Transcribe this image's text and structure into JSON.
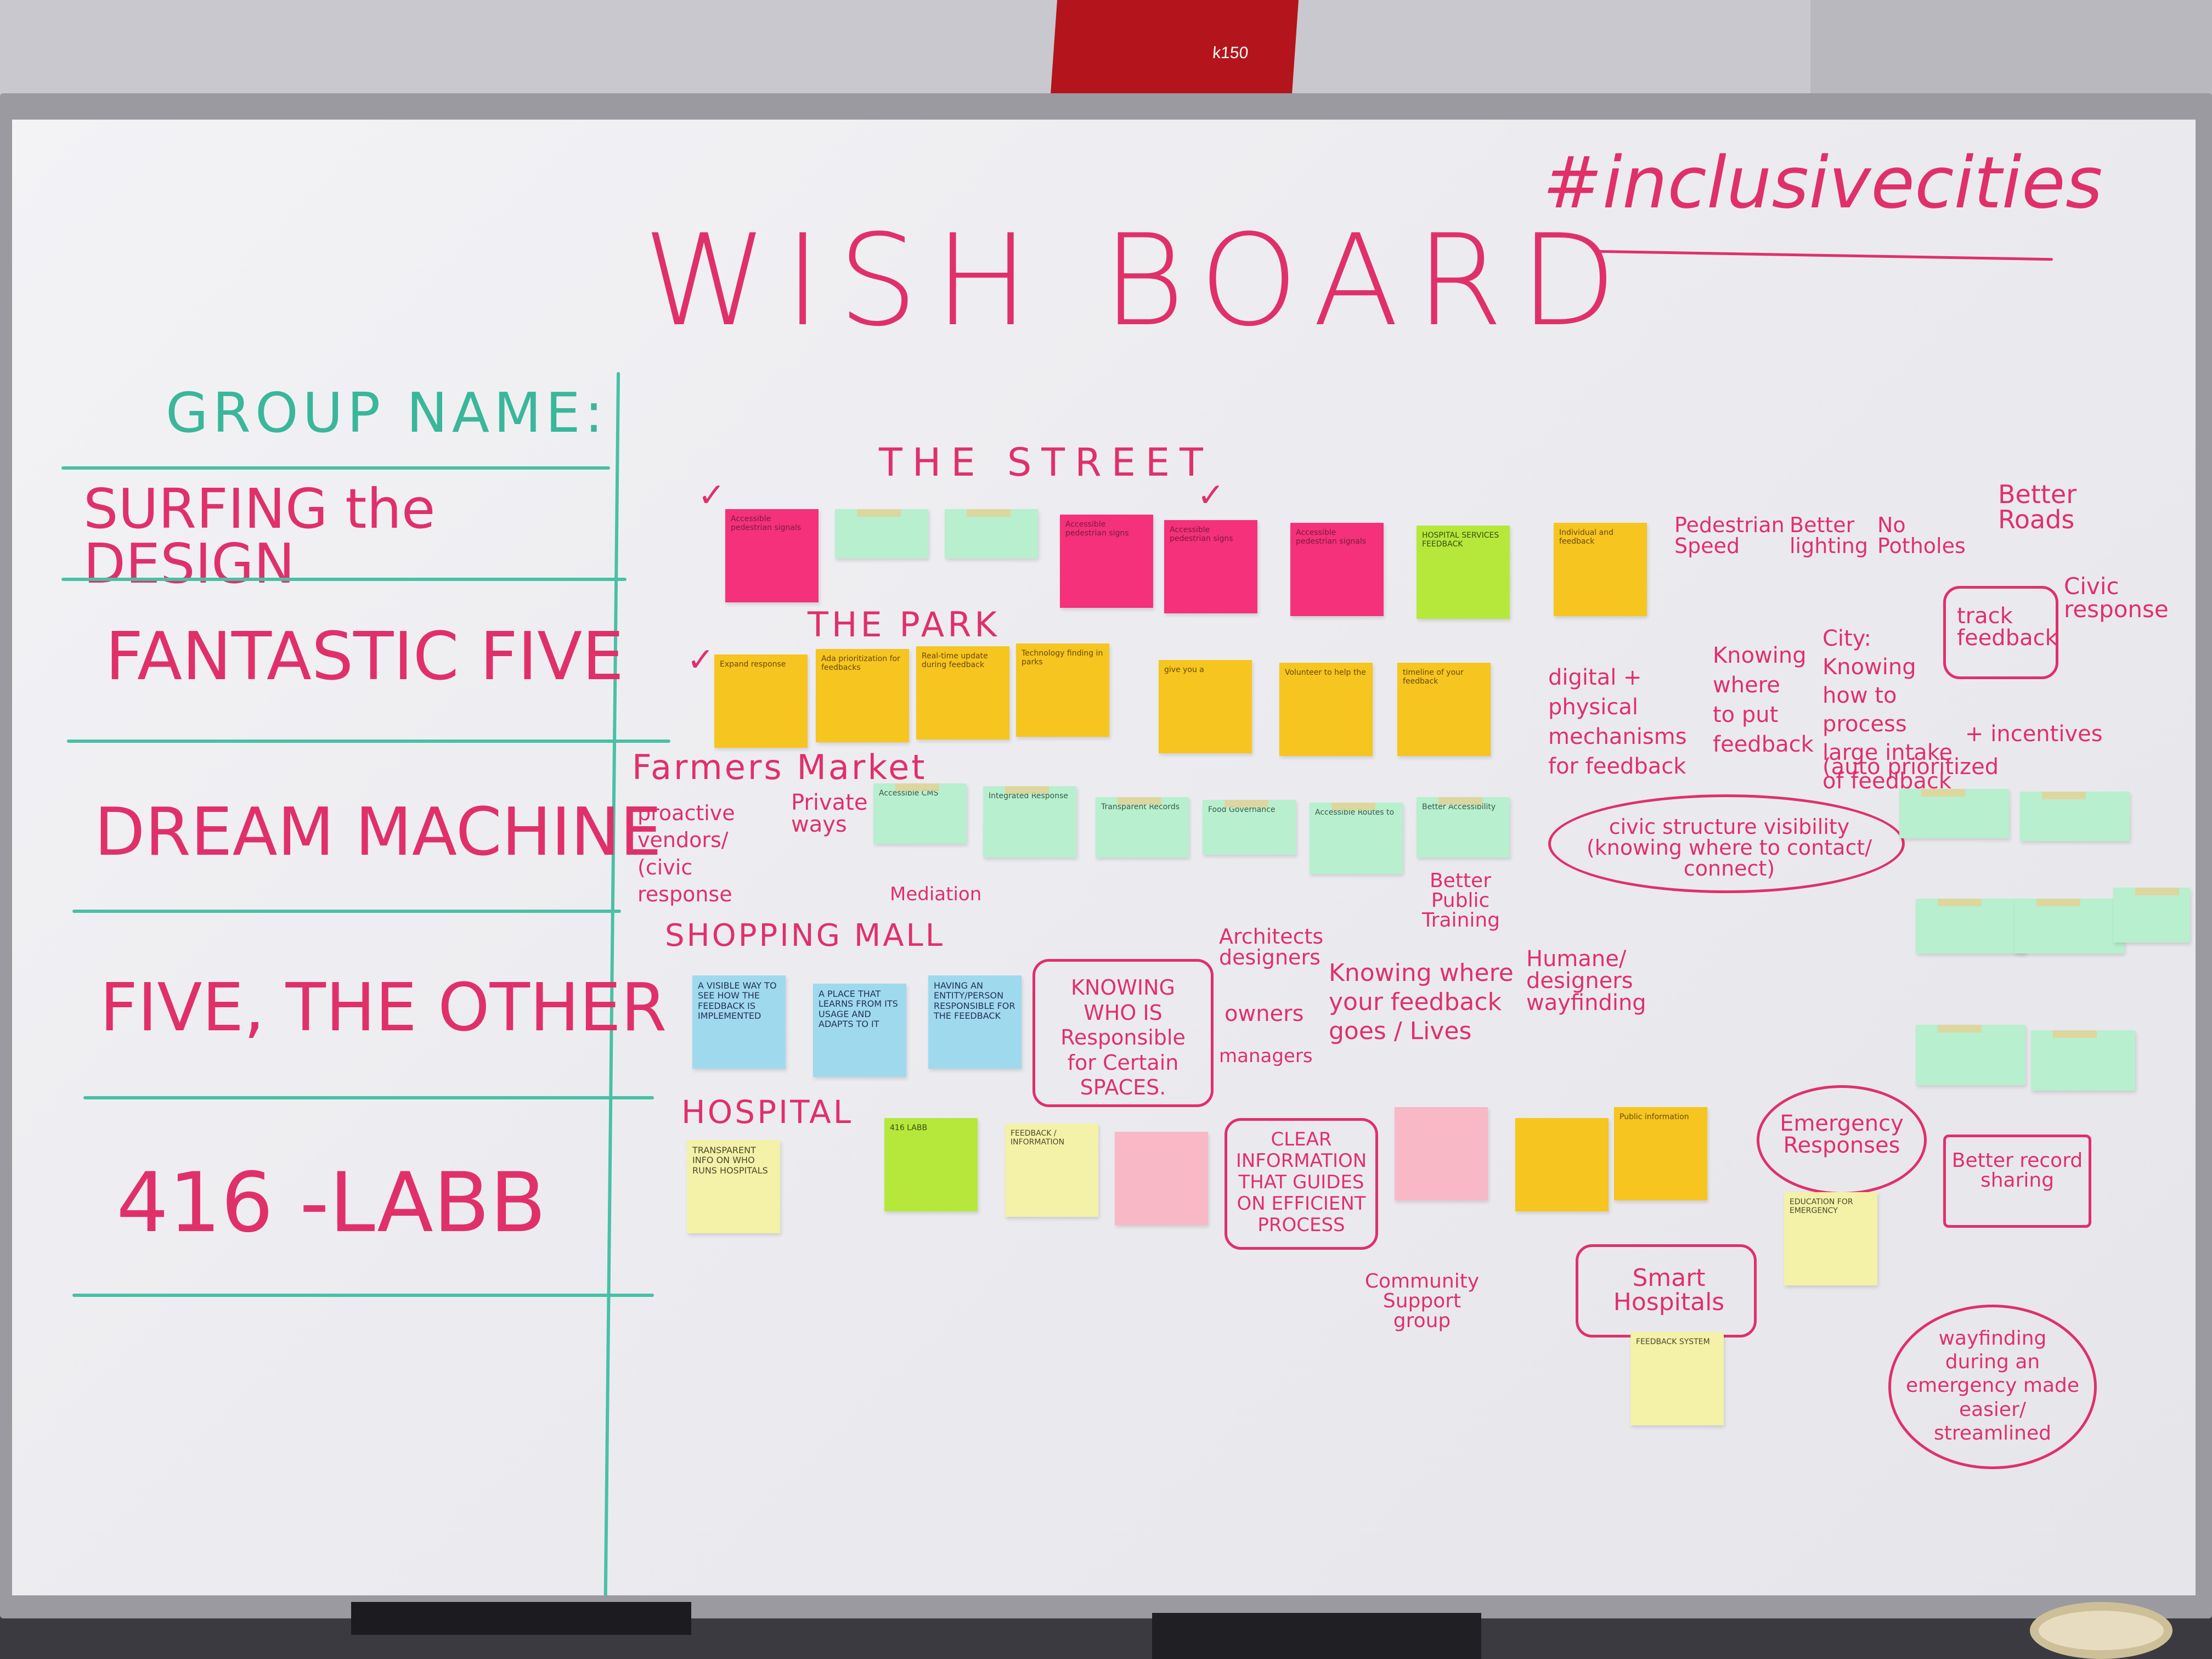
{
  "board": {
    "title": "WISH BOARD",
    "hashtag": "#inclusivecities",
    "group_header": "GROUP NAME:"
  },
  "groups": [
    "SURFING the DESIGN",
    "FANTASTIC FIVE",
    "DREAM MACHINE",
    "FIVE, THE OTHER",
    "416 -LABB"
  ],
  "sections": {
    "street": "THE STREET",
    "park": "THE PARK",
    "farmers": "Farmers Market",
    "mall": "SHOPPING MALL",
    "hospital": "HOSPITAL"
  },
  "street_notes": {
    "n1": "Accessible pedestrian signals",
    "n2": "",
    "n3": "",
    "n4": "Accessible pedestrian signs",
    "n5": "Accessible pedestrian signs",
    "n6": "Accessible pedestrian signals",
    "n7": "HOSPITAL SERVICES FEEDBACK",
    "n8": "Individual and feedback"
  },
  "street_annotations": {
    "a1": "Pedestrian Speed",
    "a2": "Better lighting",
    "a3": "No Potholes",
    "a4": "Better Roads"
  },
  "park_notes": {
    "n1": "Expand response",
    "n2": "Ada prioritization for feedbacks",
    "n3": "Real-time update during feedback",
    "n4": "Technology finding in parks",
    "n5": "give you a ",
    "n6": "Volunteer to help the",
    "n7": "timeline of your feedback"
  },
  "park_annotations": {
    "a1": "digital + physical mechanisms for feedback",
    "a2": "Knowing where to put feedback",
    "a3": "City: Knowing how to process large intake of feedback",
    "a4": "track feedback",
    "a5": "Civic response",
    "a6": "+ incentives",
    "a7": "(auto prioritized"
  },
  "farmers_notes": {
    "n1": "Accessible CMS",
    "n2": "Integrated Response",
    "n3": "Transparent Records",
    "n4": "Food Governance",
    "n5": "Accessible Routes to",
    "n6": "Better Accessibility"
  },
  "farmers_annotations": {
    "a1": "proactive vendors/ (civic response",
    "a2": "Private ways",
    "a3": "Mediation",
    "a4": "Better Public Training",
    "a5": "civic structure visibility (knowing where to contact/ connect)"
  },
  "mall_notes": {
    "n1": "A VISIBLE WAY TO SEE HOW THE FEEDBACK IS IMPLEMENTED",
    "n2": "A PLACE THAT LEARNS FROM ITS USAGE AND ADAPTS TO IT",
    "n3": "HAVING AN ENTITY/PERSON RESPONSIBLE FOR THE FEEDBACK"
  },
  "mall_annotations": {
    "a1": "KNOWING WHO IS Responsible for Certain SPACES.",
    "a2": "Architects designers",
    "a3": "owners",
    "a4": "managers",
    "a5": "Knowing where your feedback goes / Lives",
    "a6": "Humane/ designers wayfinding"
  },
  "hospital_notes": {
    "n1": "TRANSPARENT INFO ON WHO RUNS HOSPITALS",
    "n2": "416 LABB",
    "n3": "FEEDBACK / INFORMATION",
    "n4": "",
    "n5": "",
    "n6": "",
    "n7": "Public information",
    "n8": "EDUCATION FOR EMERGENCY",
    "n9": "FEEDBACK SYSTEM"
  },
  "hospital_annotations": {
    "a1": "CLEAR INFORMATION THAT GUIDES ON EFFICIENT PROCESS",
    "a2": "Community Support group",
    "a3": "Smart Hospitals",
    "a4": "Emergency Responses",
    "a5": "Better record sharing",
    "a6": "wayfinding during an emergency made easier/ streamlined"
  },
  "colors": {
    "marker_pink": "#e0306a",
    "marker_teal": "#3ab79a",
    "note_pink": "#f4317a",
    "note_green": "#b8efcf",
    "note_yellow": "#f6c51f",
    "note_lime": "#b5e83b",
    "note_blue": "#9fd9ee",
    "note_cream": "#f4f1a8"
  }
}
